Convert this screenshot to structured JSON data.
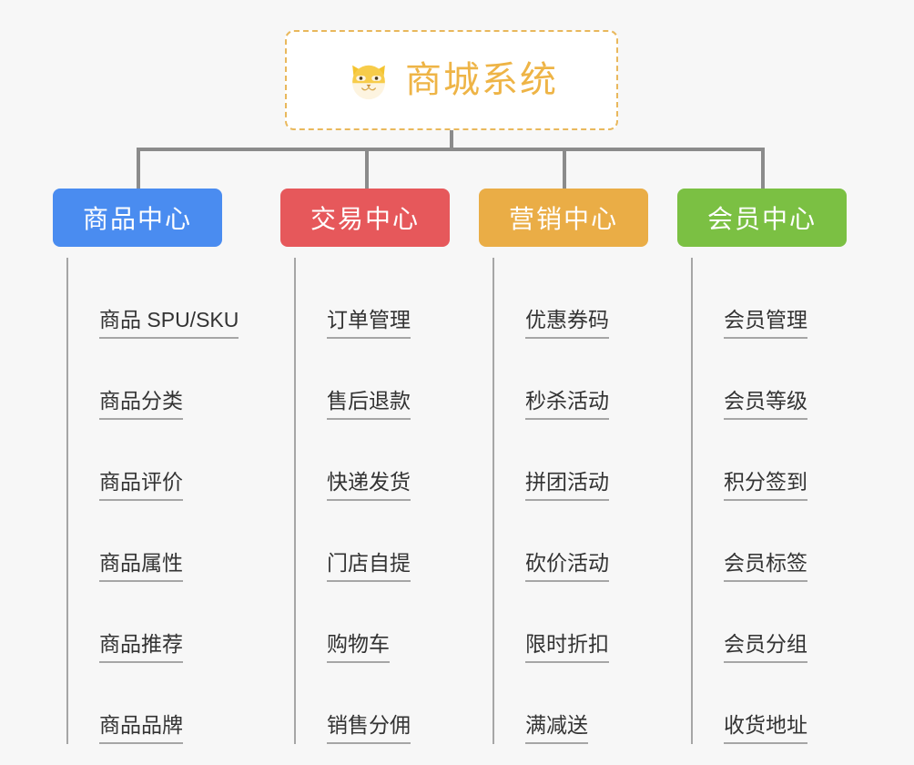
{
  "root": {
    "icon": "shiba-dog-face-icon",
    "label": "商城系统",
    "text_color": "#eeb446",
    "border_color": "#e9b85c",
    "background": "#ffffff"
  },
  "canvas": {
    "background": "#f7f7f7",
    "connector_color": "#8b8b8b",
    "leaf_line_color": "#a6a6a6",
    "leaf_text_color": "#333333"
  },
  "branches": [
    {
      "label": "商品中心",
      "color": "#4a8cf0",
      "items": [
        {
          "label": "商品 SPU/SKU"
        },
        {
          "label": "商品分类"
        },
        {
          "label": "商品评价"
        },
        {
          "label": "商品属性"
        },
        {
          "label": "商品推荐"
        },
        {
          "label": "商品品牌"
        }
      ]
    },
    {
      "label": "交易中心",
      "color": "#e6585b",
      "items": [
        {
          "label": "订单管理"
        },
        {
          "label": "售后退款"
        },
        {
          "label": "快递发货"
        },
        {
          "label": "门店自提"
        },
        {
          "label": "购物车"
        },
        {
          "label": "销售分佣"
        }
      ]
    },
    {
      "label": "营销中心",
      "color": "#eaad46",
      "items": [
        {
          "label": "优惠券码"
        },
        {
          "label": "秒杀活动"
        },
        {
          "label": "拼团活动"
        },
        {
          "label": "砍价活动"
        },
        {
          "label": "限时折扣"
        },
        {
          "label": "满减送"
        }
      ]
    },
    {
      "label": "会员中心",
      "color": "#7bc043",
      "items": [
        {
          "label": "会员管理"
        },
        {
          "label": "会员等级"
        },
        {
          "label": "积分签到"
        },
        {
          "label": "会员标签"
        },
        {
          "label": "会员分组"
        },
        {
          "label": "收货地址"
        }
      ]
    }
  ]
}
